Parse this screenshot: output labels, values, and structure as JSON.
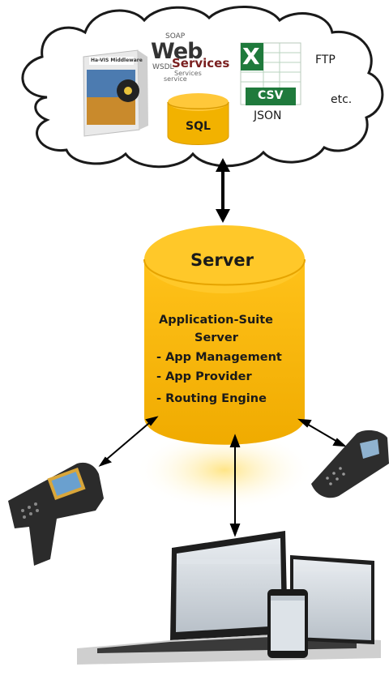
{
  "cloud": {
    "box_title": "Ha-VIS Middleware",
    "wordcloud": {
      "line1": "SOAP",
      "line2": "Web",
      "line3": "WSDL",
      "line4": "Services",
      "line5": "Services",
      "line6": "service"
    },
    "csv_badge": "CSV",
    "csv_x": "X",
    "sql": "SQL",
    "json": "JSON",
    "ftp": "FTP",
    "etc": "etc."
  },
  "server": {
    "title": "Server",
    "heading1": "Application-Suite",
    "heading2": "Server",
    "items": [
      "- App Management",
      "- App Provider",
      "- Routing Engine"
    ]
  },
  "colors": {
    "gold": "#f5b800",
    "gold_dark": "#e0a300",
    "excel_green": "#1f7a3c",
    "arrow": "#000000"
  }
}
